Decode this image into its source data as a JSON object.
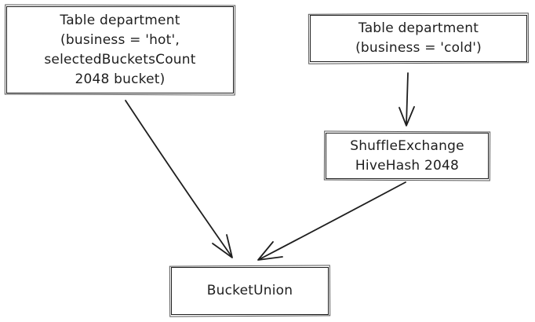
{
  "diagram": {
    "type": "flow-diagram",
    "colors": {
      "stroke": "#1e1e1e",
      "background": "#ffffff"
    },
    "nodes": {
      "table_hot": {
        "lines": [
          "Table department",
          "(business = 'hot',",
          "selectedBucketsCount",
          "2048 bucket)"
        ]
      },
      "table_cold": {
        "lines": [
          "Table department",
          "(business = 'cold')"
        ]
      },
      "shuffle_exchange": {
        "lines": [
          "ShuffleExchange",
          "HiveHash 2048"
        ]
      },
      "bucket_union": {
        "lines": [
          "BucketUnion"
        ]
      }
    },
    "edges": [
      {
        "from": "table_hot",
        "to": "bucket_union"
      },
      {
        "from": "table_cold",
        "to": "shuffle_exchange"
      },
      {
        "from": "shuffle_exchange",
        "to": "bucket_union"
      }
    ]
  }
}
